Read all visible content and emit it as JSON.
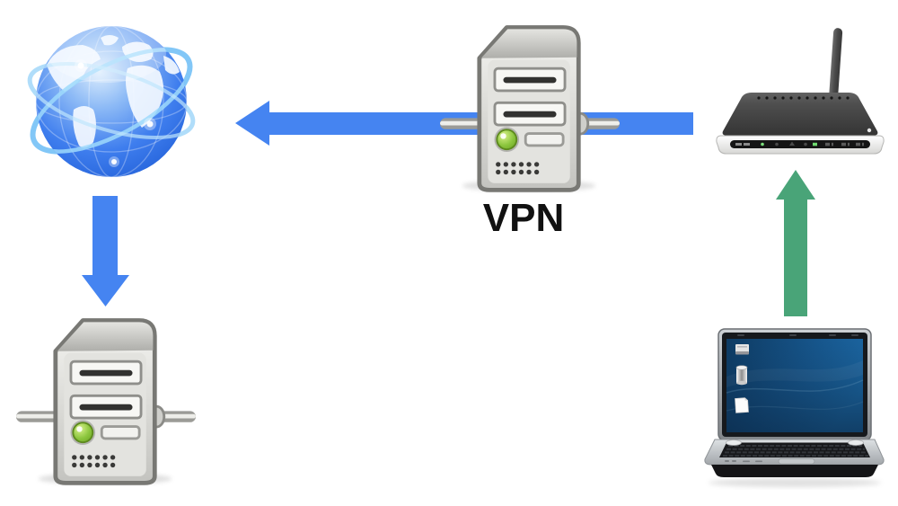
{
  "diagram": {
    "background_color": "#ffffff",
    "colors": {
      "arrow_blue": "#4584F1",
      "arrow_green": "#49A478",
      "label_text": "#111111"
    },
    "nodes": {
      "internet": {
        "icon": "globe-icon"
      },
      "vpn_server": {
        "icon": "server-icon",
        "label": "VPN"
      },
      "router": {
        "icon": "wireless-router-icon"
      },
      "destination_server": {
        "icon": "server-icon"
      },
      "laptop": {
        "icon": "laptop-icon"
      }
    },
    "arrows": [
      {
        "id": "vpn-to-internet",
        "from": "vpn_server",
        "to": "internet",
        "direction": "left",
        "color": "#4584F1"
      },
      {
        "id": "router-to-vpn",
        "from": "router",
        "to": "vpn_server",
        "direction": "left",
        "color": "#4584F1"
      },
      {
        "id": "internet-to-destination",
        "from": "internet",
        "to": "destination_server",
        "direction": "down",
        "color": "#4584F1"
      },
      {
        "id": "laptop-to-router",
        "from": "laptop",
        "to": "router",
        "direction": "up",
        "color": "#49A478"
      }
    ]
  }
}
